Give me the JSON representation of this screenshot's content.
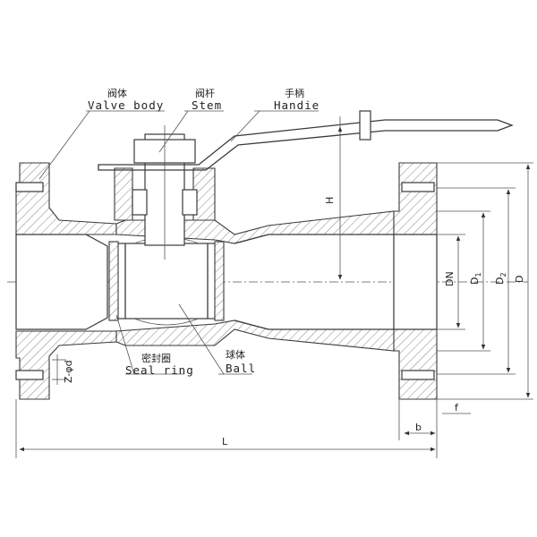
{
  "callouts": {
    "valve_body_cn": "阀体",
    "valve_body_en": "Valve body",
    "stem_cn": "阀杆",
    "stem_en": "Stem",
    "handle_cn": "手柄",
    "handle_en": "Handie",
    "seal_ring_cn": "密封圈",
    "seal_ring_en": "Seal ring",
    "ball_cn": "球体",
    "ball_en": "Ball"
  },
  "dimensions": {
    "height": "H",
    "nominal_dia": "DN",
    "d1": "D",
    "d1_sub": "1",
    "d2": "D",
    "d2_sub": "2",
    "outer_dia": "D",
    "bolt_holes": "Z-φd",
    "flange_thickness": "b",
    "raised_face": "f",
    "length": "L"
  },
  "colors": {
    "line": "#3a3a3a",
    "background": "#ffffff"
  }
}
